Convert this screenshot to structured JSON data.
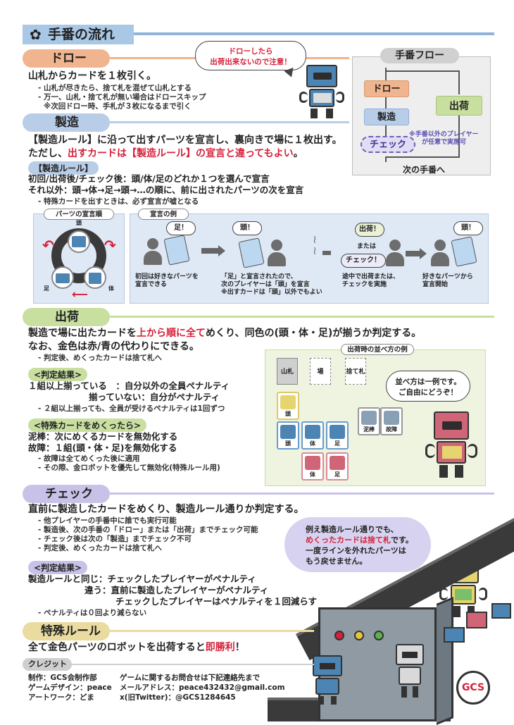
{
  "page_title": "手番の流れ",
  "sections": {
    "draw": {
      "title": "ドロー",
      "main": "山札からカードを１枚引く。",
      "notes": [
        "- 山札が尽きたら、捨て札を混ぜて山札とする",
        "- 万一、山札・捨て札が無い場合はドロースキップ",
        "  ※次回ドロー時、手札が３枚になるまで引く"
      ],
      "bubble": [
        "ドローしたら",
        "出荷出来ないので注意！"
      ]
    },
    "manufacture": {
      "title": "製造",
      "line1": "【製造ルール】に沿って出すパーツを宣言し、裏向きで場に１枚出す。",
      "line2_pre": "ただし、",
      "line2_red": "出すカードは【製造ルール】の宣言と違ってもよい",
      "line2_post": "。",
      "rule_chip": "【製造ルール】",
      "rule1": "初回/出荷後/チェック後：頭/体/足のどれか１つを選んで宣言",
      "rule2": "それ以外：頭→体→足→頭→…の順に、前に出されたパーツの次を宣言",
      "rule_note": "- 特殊カードを出すときは、必ず宣言が嘘となる",
      "order_label": "パーツの宣言順",
      "order_parts": [
        "頭",
        "足",
        "体"
      ],
      "examples_label": "宣言の例",
      "examples": [
        {
          "caption": [
            "初回は好きなパーツを",
            "宣言できる"
          ],
          "bubble": "足！"
        },
        {
          "caption": [
            "「足」と宣言されたので、",
            "次のプレイヤーは「頭」を宣言",
            "※出すカードは「頭」以外でもよい"
          ],
          "bubble": "頭！"
        },
        {
          "caption": [
            "途中で出荷または、",
            "チェックを実施"
          ],
          "bubble": "出荷！",
          "or": "または",
          "bubble2": "チェック！"
        },
        {
          "caption": [
            "好きなパーツから",
            "宣言開始"
          ],
          "bubble": "頭！"
        }
      ]
    },
    "ship": {
      "title": "出荷",
      "line1_pre": "製造で場に出たカードを",
      "line1_red": "上から順に全て",
      "line1_post": "めくり、同色の(頭・体・足)が揃うか判定する。",
      "line2": "なお、金色は赤/青の代わりにできる。",
      "note": "- 判定後、めくったカードは捨て札へ",
      "result_chip": "<判定結果>",
      "result1": "１組以上揃っている　：自分以外の全員ペナルティ",
      "result2": "揃っていない：自分がペナルティ",
      "result_note": "- ２組以上揃っても、全員が受けるペナルティは1回ずつ",
      "special_chip": "<特殊カードをめくったら>",
      "special1": "泥棒：次にめくるカードを無効化する",
      "special2": "故障：１組(頭・体・足)を無効化する",
      "special_notes": [
        "- 故障は全てめくった後に適用",
        "- その際、金ロボットを優先して無効化(特殊ルール用)"
      ],
      "layout_label": "出荷時の並べ方の例",
      "piles": [
        "山札",
        "場",
        "捨て札"
      ],
      "layout_bubble": [
        "並べ方は一例です。",
        "ご自由にどうぞ！"
      ],
      "card_labels": [
        "頭",
        "頭",
        "体",
        "足",
        "体",
        "足"
      ],
      "special_cards": [
        "泥棒",
        "故障"
      ]
    },
    "check": {
      "title": "チェック",
      "main": "直前に製造したカードをめくり、製造ルール通りか判定する。",
      "notes": [
        "- 他プレイヤーの手番中に誰でも実行可能",
        "- 製造後、次の手番の「ドロー」または「出荷」までチェック可能",
        "- チェック後は次の「製造」までチェック不可",
        "- 判定後、めくったカードは捨て札へ"
      ],
      "result_chip": "<判定結果>",
      "result1": "製造ルールと同じ：チェックしたプレイヤーがペナルティ",
      "result2": "違う：直前に製造したプレイヤーがペナルティ",
      "result3": "チェックしたプレイヤーはペナルティを１回減らす",
      "result_note": "- ペナルティは０回より減らない",
      "bubble_l1": "例え製造ルール通りでも、",
      "bubble_red": "めくったカードは捨て札",
      "bubble_l2_post": "です。",
      "bubble_l3": "一度ラインを外れたパーツは",
      "bubble_l4": "もう戻せません。"
    },
    "special": {
      "title": "特殊ルール",
      "main_pre": "全て金色パーツのロボットを出荷すると",
      "main_red": "即勝利",
      "main_post": "！"
    },
    "credits": {
      "title": "クレジット",
      "left": [
        "制作：GCS会制作部",
        "ゲームデザイン：peace",
        "アートワーク：どま"
      ],
      "right": [
        "ゲームに関するお問合せは下記連絡先まで",
        "メールアドレス：peace432432@gmail.com",
        "x(旧Twitter)：@GCS1284645"
      ],
      "logo": "GCS"
    }
  },
  "flow": {
    "title": "手番フロー",
    "draw": "ドロー",
    "manufacture": "製造",
    "ship": "出荷",
    "check": "チェック",
    "note": [
      "※手番以外のプレイヤー",
      "が任意で実施可"
    ],
    "next": "次の手番へ"
  },
  "colors": {
    "header_blue": "#a9c8e6",
    "draw_orange": "#f0b48e",
    "manufacture_blue": "#b8cde8",
    "ship_green": "#c8dfa0",
    "check_purple": "#c9c2e8",
    "special_gold": "#eadba0",
    "accent_red": "#d5213a"
  }
}
